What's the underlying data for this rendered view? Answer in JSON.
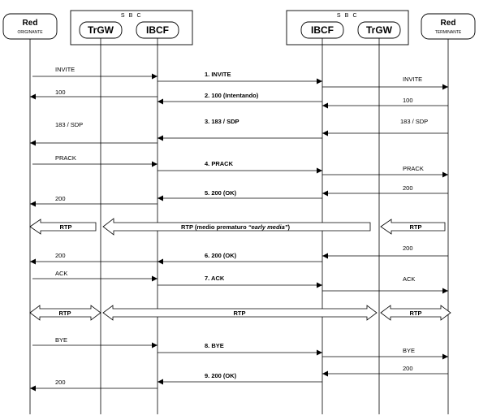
{
  "entities": {
    "red_originante": {
      "title": "Red",
      "subtitle": "ORIGINANTE"
    },
    "red_terminante": {
      "title": "Red",
      "subtitle": "TERMINANTE"
    },
    "sbc_left": {
      "label": "S B C",
      "trgw": "TrGW",
      "ibcf": "IBCF"
    },
    "sbc_right": {
      "label": "S B C",
      "ibcf": "IBCF",
      "trgw": "TrGW"
    }
  },
  "messages": {
    "invite_left": "INVITE",
    "invite_center": "1. INVITE",
    "invite_right": "INVITE",
    "trying_left": "100",
    "trying_center": "2. 100 (Intentando)",
    "trying_right": "100",
    "sdp_left": "183 / SDP",
    "sdp_center": "3. 183 / SDP",
    "sdp_right": "183 / SDP",
    "prack_left": "PRACK",
    "prack_center": "4. PRACK",
    "prack_right": "PRACK",
    "ok1_left": "200",
    "ok1_center": "5. 200 (OK)",
    "ok1_right": "200",
    "rtp_early_left": "RTP",
    "rtp_early_center_prefix": "RTP (medio prematuro ",
    "rtp_early_center_italic": "“early media”",
    "rtp_early_center_suffix": ")",
    "rtp_early_right": "RTP",
    "ok2_left": "200",
    "ok2_center": "6. 200 (OK)",
    "ok2_right": "200",
    "ack_left": "ACK",
    "ack_center": "7. ACK",
    "ack_right": "ACK",
    "rtp_left": "RTP",
    "rtp_center": "RTP",
    "rtp_right": "RTP",
    "bye_left": "BYE",
    "bye_center": "8. BYE",
    "bye_right": "BYE",
    "ok3_left": "200",
    "ok3_center": "9. 200 (OK)",
    "ok3_right": "200"
  }
}
